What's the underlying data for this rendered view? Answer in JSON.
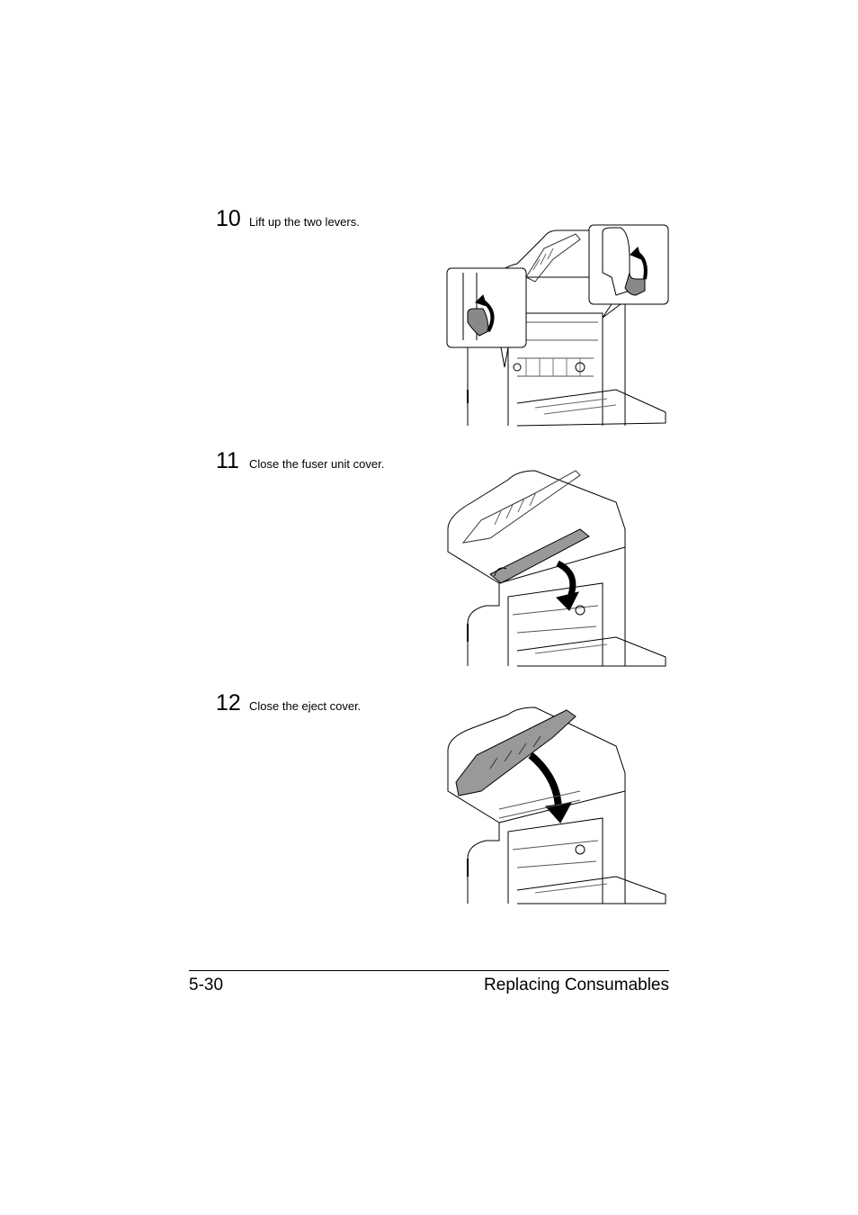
{
  "steps": [
    {
      "number": "10",
      "text": "Lift up the two levers."
    },
    {
      "number": "11",
      "text": "Close the fuser unit cover."
    },
    {
      "number": "12",
      "text": "Close the eject cover."
    }
  ],
  "footer": {
    "page_number": "5-30",
    "section_title": "Replacing Consumables"
  }
}
